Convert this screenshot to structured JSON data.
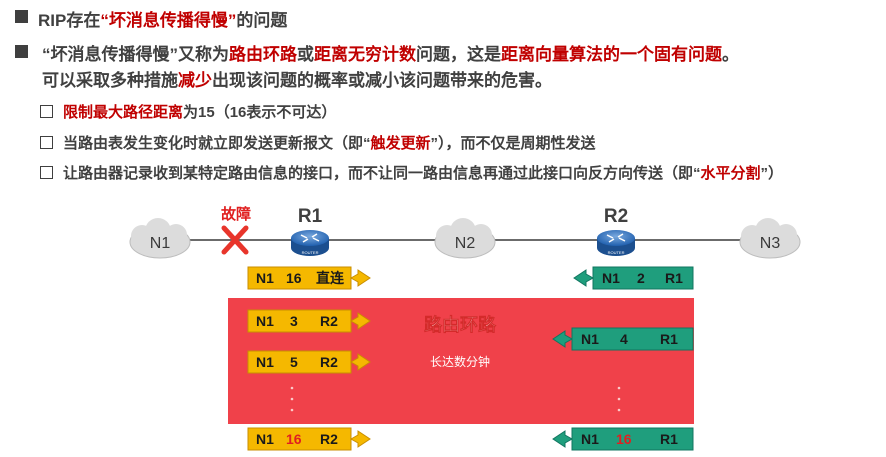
{
  "heading": {
    "prefix": "RIP存在",
    "quote_open": "“",
    "highlight": "坏消息传播得慢",
    "quote_close": "”",
    "suffix": "的问题"
  },
  "para": {
    "p1": "“坏消息传播得慢”又称为",
    "h1": "路由环路",
    "p2": "或",
    "h2": "距离无穷计数",
    "p3": "问题，这是",
    "h3": "距离向量算法的一个固有问题",
    "p4": "。",
    "p5": "可以采取多种措施",
    "h4": "减少",
    "p6": "出现该问题的概率或减小该问题带来的危害。"
  },
  "measures": [
    {
      "pre": "",
      "hl": "限制最大路径距离",
      "post": "为15（16表示不可达）"
    },
    {
      "pre": "当路由表发生变化时就立即发送更新报文（即“",
      "hl": "触发更新",
      "post": "”），而不仅是周期性发送"
    },
    {
      "pre": "让路由器记录收到某特定路由信息的接口，而不让同一路由信息再通过此接口向反方向传送（即“",
      "hl": "水平分割",
      "post": "”）"
    }
  ],
  "diagram": {
    "fault_label": "故障",
    "networks": [
      "N1",
      "N2",
      "N3"
    ],
    "routers": [
      {
        "name": "R1",
        "badge": "ROUTER"
      },
      {
        "name": "R2",
        "badge": "ROUTER"
      }
    ],
    "loop_label": "路由环路",
    "loop_duration": "长达数分钟",
    "ellipsis": "·\n·\n·",
    "r1_tables": [
      {
        "net": "N1",
        "dist": "16",
        "next": "直连",
        "dist_red": false
      },
      {
        "net": "N1",
        "dist": "3",
        "next": "R2",
        "dist_red": false
      },
      {
        "net": "N1",
        "dist": "5",
        "next": "R2",
        "dist_red": false
      },
      {
        "net": "N1",
        "dist": "16",
        "next": "R2",
        "dist_red": true
      }
    ],
    "r2_tables": [
      {
        "net": "N1",
        "dist": "2",
        "next": "R1",
        "dist_red": false
      },
      {
        "net": "N1",
        "dist": "4",
        "next": "R1",
        "dist_red": false
      },
      {
        "net": "N1",
        "dist": "16",
        "next": "R1",
        "dist_red": true
      }
    ]
  },
  "colors": {
    "accent_red": "#c00000",
    "loop_box": "#f0414a",
    "r1_tag": "#f5b800",
    "r2_tag": "#1f9e7d"
  }
}
